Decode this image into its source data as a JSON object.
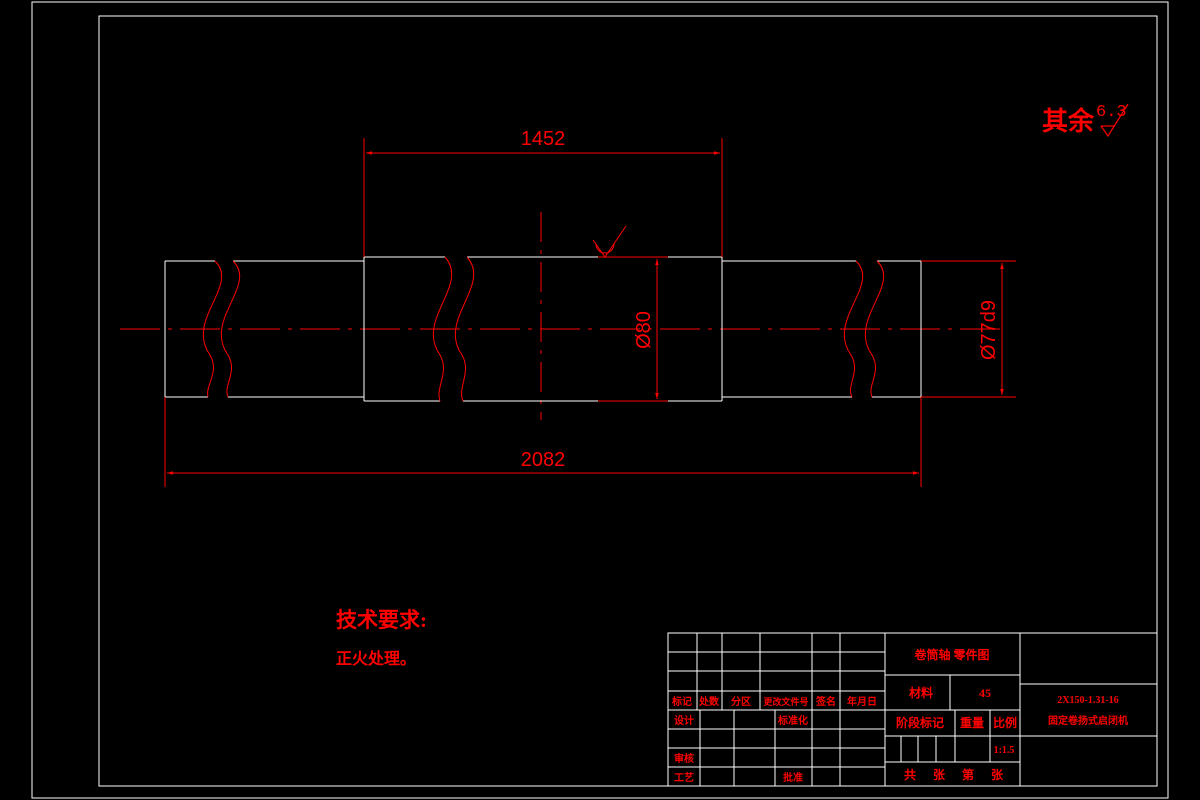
{
  "drawing": {
    "general_roughness": {
      "prefix": "其余",
      "value": "6.3"
    },
    "dimensions": {
      "length_middle": "1452",
      "length_total": "2082",
      "dia_middle": "Ø80",
      "dia_end": "Ø77d9"
    },
    "tech_requirements": {
      "heading": "技术要求:",
      "item": "正火处理。"
    },
    "title_block": {
      "part_name": "卷筒轴   零件图",
      "material_label": "材料",
      "material_value": "45",
      "drawing_no": "2X150-1.31-16",
      "product_name": "固定卷扬式启闭机",
      "header": [
        "标记",
        "处数",
        "分区",
        "更改文件号",
        "签名",
        "年月日"
      ],
      "design": "设计",
      "standardization": "标准化",
      "review": "审核",
      "process": "工艺",
      "approve": "批准",
      "stage_mark": "阶段标记",
      "weight": "重量",
      "scale_label": "比例",
      "scale_value": "1:1.5",
      "sheets": [
        "共",
        "张",
        "第",
        "张"
      ]
    }
  },
  "colors": {
    "line": "#ffffff",
    "annotation": "#ff0000",
    "background": "#000000"
  }
}
